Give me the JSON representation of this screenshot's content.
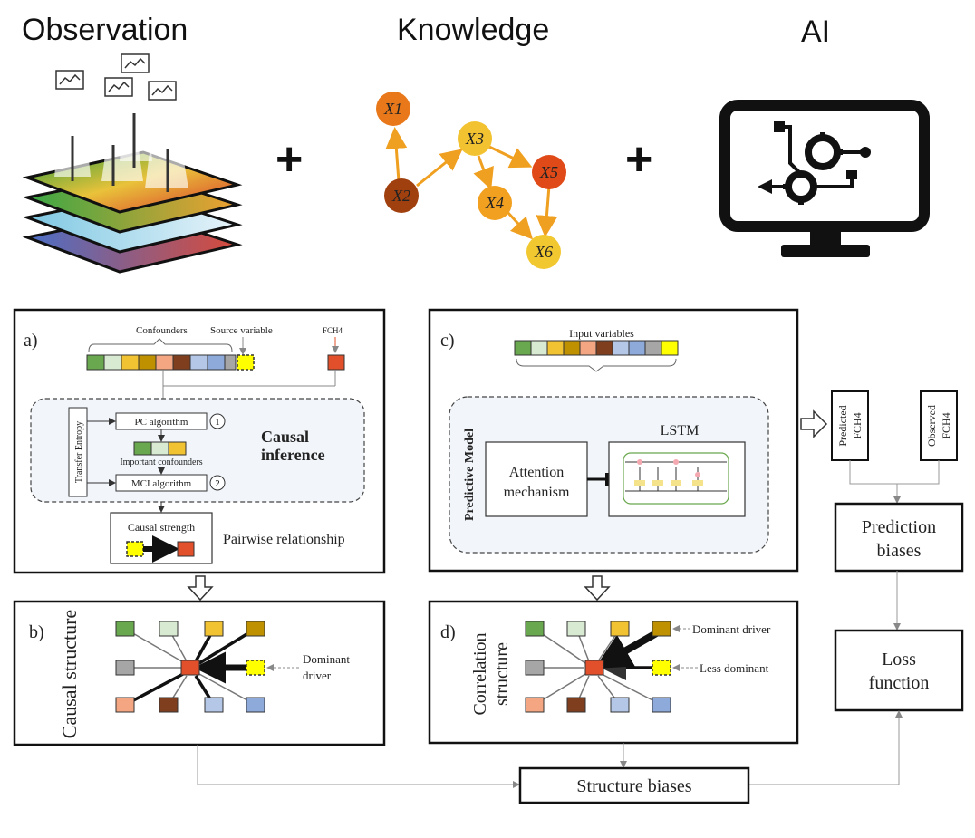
{
  "header": {
    "observation": "Observation",
    "knowledge": "Knowledge",
    "ai": "AI",
    "plus": "+"
  },
  "knowledge_graph": {
    "nodes": [
      "X1",
      "X2",
      "X3",
      "X4",
      "X5",
      "X6"
    ]
  },
  "panel_a": {
    "label": "a)",
    "confounders": "Confounders",
    "source_variable": "Source variable",
    "target": "FCH4",
    "transfer_entropy": "Transfer Entropy",
    "pc_algorithm": "PC algorithm",
    "important_confounders": "Important confounders",
    "mci_algorithm": "MCI algorithm",
    "step1": "1",
    "step2": "2",
    "causal_inference_1": "Causal",
    "causal_inference_2": "inference",
    "causal_strength": "Causal strength",
    "pairwise": "Pairwise relationship"
  },
  "panel_b": {
    "label": "b)",
    "title": "Causal structure",
    "dominant_1": "Dominant",
    "dominant_2": "driver"
  },
  "panel_c": {
    "label": "c)",
    "input_variables": "Input variables",
    "predictive_model": "Predictive Model",
    "attention_1": "Attention",
    "attention_2": "mechanism",
    "lstm": "LSTM"
  },
  "panel_d": {
    "label": "d)",
    "title_1": "Correlation",
    "title_2": "structure",
    "dominant_driver": "Dominant driver",
    "less_dominant": "Less dominant"
  },
  "right": {
    "predicted_1": "Predicted",
    "predicted_2": "FCH4",
    "observed_1": "Observed",
    "observed_2": "FCH4",
    "prediction_biases_1": "Prediction",
    "prediction_biases_2": "biases",
    "loss_function_1": "Loss",
    "loss_function_2": "function"
  },
  "bottom": {
    "structure_biases": "Structure biases"
  },
  "colors": {
    "green": "#6aa84f",
    "light_green": "#d9ead3",
    "yellow": "#f1c232",
    "dark_yellow": "#bf9000",
    "salmon": "#f4a582",
    "brown": "#7f3f1f",
    "light_blue": "#b4c7e7",
    "blue": "#8eaadb",
    "gray": "#a6a6a6",
    "bright_yellow": "#ffff00",
    "red": "#e2502b",
    "panel_bg": "#f2f6fb"
  }
}
